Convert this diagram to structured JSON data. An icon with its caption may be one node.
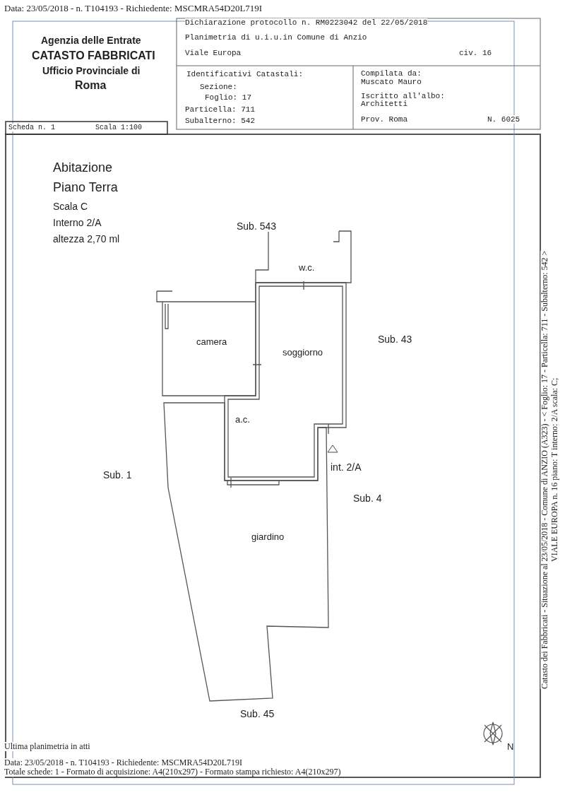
{
  "diagram": {
    "labels": [
      "Data: 23/05/2018 - n. T104193 - Richiedente: MSCMRA54D20L719I",
      "Agenzia delle Entrate",
      "CATASTO FABBRICATI",
      "Ufficio Provinciale di",
      "Roma",
      "Dichiarazione protocollo n. RM0223042 del 22/05/2018",
      "Planimetria di u.i.u.in Comune di Anzio",
      "Viale Europa",
      "civ. 16",
      "Identificativi Catastali:",
      "Sezione:",
      "Foglio: 17",
      "Particella: 711",
      "Subalterno: 542",
      "Compilata da:",
      "Muscato Mauro",
      "Iscritto all'albo:",
      "Architetti",
      "Prov. Roma",
      "N. 6025",
      "Scheda n. 1",
      "Scala 1:100",
      "Abitazione",
      "Piano Terra",
      "Scala C",
      "Interno 2/A",
      "altezza 2,70 ml",
      "Sub. 543",
      "w.c.",
      "camera",
      "soggiorno",
      "Sub. 43",
      "a.c.",
      "Sub. 1",
      "int. 2/A",
      "Sub. 4",
      "giardino",
      "Sub. 45",
      "N",
      "Ultima planimetria in atti",
      "Data: 23/05/2018 - n. T104193 - Richiedente: MSCMRA54D20L719I",
      "Totale schede: 1 - Formato di acquisizione: A4(210x297) - Formato stampa richiesto: A4(210x297)",
      "Catasto dei Fabbricati - Situazione al 23/05/2018 - Comune di ANZIO (A323) - < Foglio: 17 - Particella: 711 - Subalterno: 542 >",
      "VIALE EUROPA n. 16 piano: T interno: 2/A scala: C;"
    ]
  }
}
